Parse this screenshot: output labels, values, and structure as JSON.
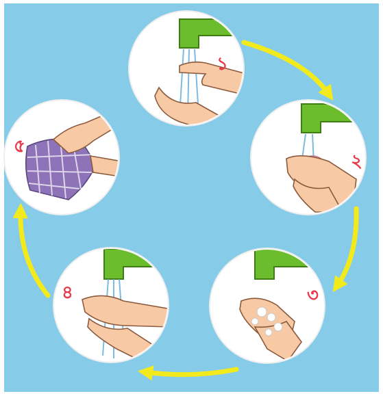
{
  "colors": {
    "background": "#86cce8",
    "border": "#ffffff",
    "circle_fill": "#ffffff",
    "circle_stroke": "#f3f3f3",
    "arrow": "#f2ea1c",
    "faucet": "#6bbd2e",
    "faucet_dark": "#3f7d12",
    "skin": "#f7c9a4",
    "skin_line": "#8a5a3c",
    "water": "#5da9d9",
    "soap": "#f4b6c9",
    "foam": "#ffffff",
    "towel": "#8e73b8",
    "towel_check": "#ffffff",
    "step_number": "#e8394a"
  },
  "steps": [
    {
      "label": "১",
      "action": "wet-hands",
      "icons": [
        "faucet-icon",
        "water-stream-icon",
        "hands-icon"
      ]
    },
    {
      "label": "২",
      "action": "apply-soap",
      "icons": [
        "faucet-icon",
        "water-stream-icon",
        "soap-icon",
        "hands-icon"
      ]
    },
    {
      "label": "৩",
      "action": "lather-hands",
      "icons": [
        "faucet-icon",
        "foam-icon",
        "hands-icon"
      ]
    },
    {
      "label": "৪",
      "action": "rinse-hands",
      "icons": [
        "faucet-icon",
        "water-stream-icon",
        "hands-icon"
      ]
    },
    {
      "label": "৫",
      "action": "dry-hands",
      "icons": [
        "towel-icon",
        "hands-icon"
      ]
    }
  ]
}
